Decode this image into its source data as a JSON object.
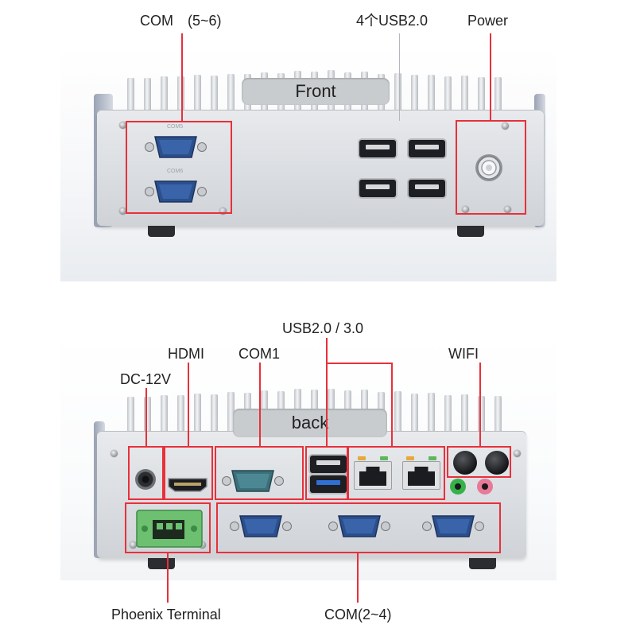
{
  "front": {
    "title": "Front",
    "labels": {
      "com56": "COM　(5~6)",
      "usb": "4个USB2.0",
      "power": "Power"
    },
    "port_labels": {
      "com5": "COM5",
      "com6": "COM6"
    }
  },
  "back": {
    "title": "back",
    "labels": {
      "usb23": "USB2.0 / 3.0",
      "hdmi": "HDMI",
      "com1": "COM1",
      "wifi": "WIFI",
      "dc": "DC-12V",
      "phoenix": "Phoenix Terminal",
      "com24": "COM(2~4)"
    }
  },
  "colors": {
    "callout": "#e8303a",
    "db9_blue": "#2c4f8c",
    "terminal_green": "#6cc070",
    "audio_green": "#35b24a",
    "audio_pink": "#e87a97"
  }
}
